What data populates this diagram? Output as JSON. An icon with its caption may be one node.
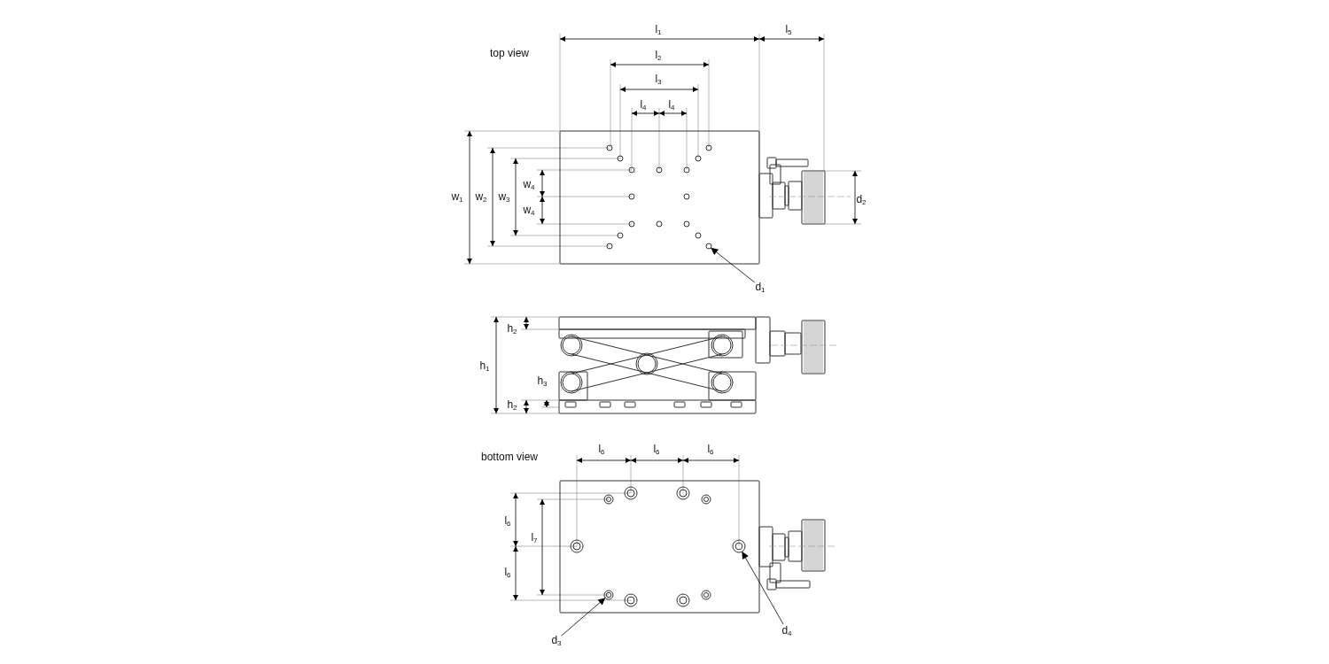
{
  "diagram": {
    "nodes": [
      {
        "text": [
          "d$_{1}$"
        ]
      },
      {
        "text": [],
        "shape": "circle"
      },
      {
        "text": [
          "d$_{3}$"
        ]
      },
      {
        "text": [],
        "shape": "circle"
      },
      {
        "text": [
          "d$_{4}$"
        ]
      },
      {
        "text": [],
        "shape": "circle"
      }
    ],
    "edges": [
      {
        "from": 0,
        "to": 1,
        "arrow": "to"
      },
      {
        "from": 2,
        "to": 3,
        "arrow": "to"
      },
      {
        "from": 4,
        "to": 5,
        "arrow": "to"
      }
    ],
    "labels": [
      "l$_{1}$",
      "l$_{5}$",
      "top view",
      "l$_{2}$",
      "l$_{3}$",
      "l$_{4}$",
      "l$_{4}$",
      "w$_{4}$",
      "w$_{1}$",
      "w$_{2}$",
      "w$_{3}$",
      "d$_{2}$",
      "w$_{4}$",
      "h$_{2}$",
      "h$_{1}$",
      "h$_{3}$",
      "h$_{2}$",
      "bottom view",
      "l$_{6}$",
      "l$_{6}$",
      "l$_{6}$",
      "l$_{6}$",
      "l$_{7}$",
      "l$_{6}$"
    ]
  }
}
